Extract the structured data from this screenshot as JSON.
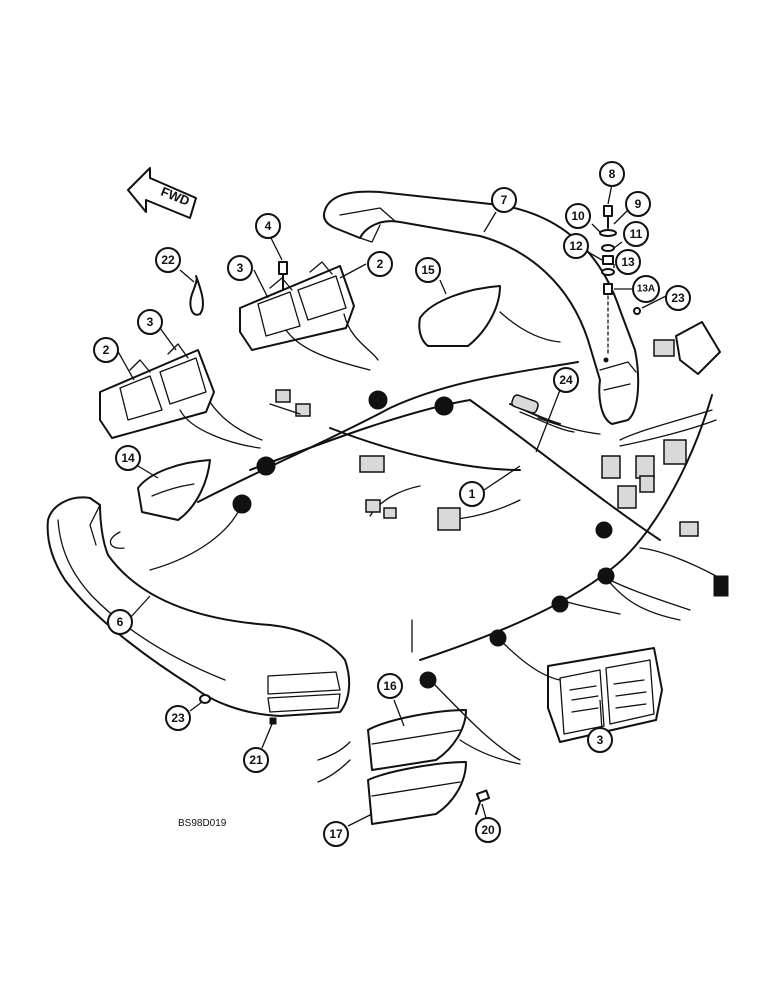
{
  "diagram": {
    "direction_label": "FWD",
    "reference_code": "BS98D019",
    "callouts": [
      {
        "id": "c1",
        "label": "1"
      },
      {
        "id": "c2a",
        "label": "2"
      },
      {
        "id": "c2b",
        "label": "2"
      },
      {
        "id": "c3a",
        "label": "3"
      },
      {
        "id": "c3b",
        "label": "3"
      },
      {
        "id": "c3c",
        "label": "3"
      },
      {
        "id": "c4",
        "label": "4"
      },
      {
        "id": "c6",
        "label": "6"
      },
      {
        "id": "c7",
        "label": "7"
      },
      {
        "id": "c8",
        "label": "8"
      },
      {
        "id": "c9",
        "label": "9"
      },
      {
        "id": "c10",
        "label": "10"
      },
      {
        "id": "c11",
        "label": "11"
      },
      {
        "id": "c12",
        "label": "12"
      },
      {
        "id": "c13",
        "label": "13"
      },
      {
        "id": "c13a",
        "label": "13A"
      },
      {
        "id": "c14",
        "label": "14"
      },
      {
        "id": "c15",
        "label": "15"
      },
      {
        "id": "c16",
        "label": "16"
      },
      {
        "id": "c17",
        "label": "17"
      },
      {
        "id": "c20",
        "label": "20"
      },
      {
        "id": "c21",
        "label": "21"
      },
      {
        "id": "c22",
        "label": "22"
      },
      {
        "id": "c23a",
        "label": "23"
      },
      {
        "id": "c23b",
        "label": "23"
      },
      {
        "id": "c24",
        "label": "24"
      }
    ]
  }
}
